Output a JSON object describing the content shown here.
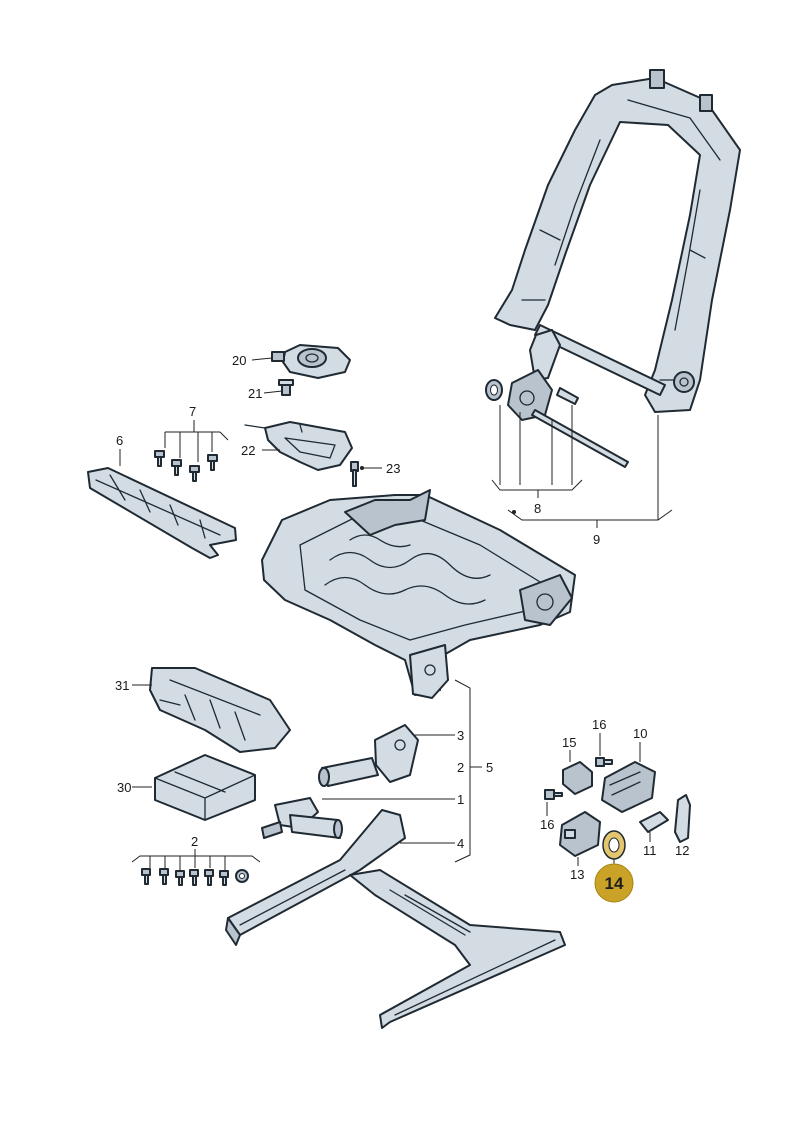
{
  "labels": {
    "p1": "1",
    "p2a": "2",
    "p2b": "2",
    "p3": "3",
    "p4": "4",
    "p5": "5",
    "p6": "6",
    "p7": "7",
    "p8": "8",
    "p9": "9",
    "p10": "10",
    "p11": "11",
    "p12": "12",
    "p13": "13",
    "p14": "14",
    "p15": "15",
    "p16a": "16",
    "p16b": "16",
    "p20": "20",
    "p21": "21",
    "p22": "22",
    "p23": "23",
    "p30": "30",
    "p31": "31"
  },
  "highlight": {
    "label": "14",
    "color": "#c9a227"
  }
}
